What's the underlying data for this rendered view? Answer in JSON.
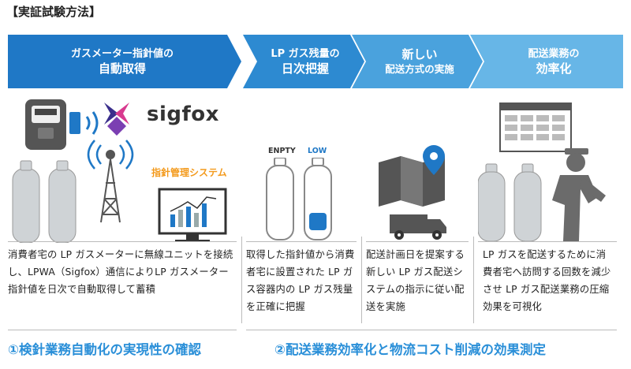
{
  "page_title": "【実証試験方法】",
  "steps": [
    {
      "line1": "ガスメーター指針値の",
      "line2": "自動取得"
    },
    {
      "line1": "LP ガス残量の",
      "line2": "日次把握"
    },
    {
      "line1": "新しい",
      "line2": "配送方式の実施"
    },
    {
      "line1": "配送業務の",
      "line2": "効率化"
    }
  ],
  "illustrations": {
    "brand": "sigfox",
    "system_label": "指針管理システム",
    "empty_label": "ENPTY",
    "low_label": "LOW"
  },
  "descriptions": [
    "消費者宅の LP ガスメーターに無線ユニットを接続し、LPWA（Sigfox）通信によりLP ガスメーター指針値を日次で自動取得して蓄積",
    "取得した指針値から消費者宅に設置された LP ガス容器内の LP ガス残量を正確に把握",
    "配送計画日を提案する新しい LP ガス配送システムの指示に従い配送を実施",
    "LP ガスを配送するために消費者宅へ訪問する回数を減少させ LP ガス配送業務の圧縮効果を可視化"
  ],
  "outcomes": [
    "①検針業務自動化の実現性の確認",
    "②配送業務効率化と物流コスト削減の効果測定"
  ],
  "colors": {
    "step1": "#1f78c6",
    "step2": "#2d8ad1",
    "step3": "#4aa2dd",
    "step4": "#67b6e7",
    "accent": "#2a8fd8",
    "orange": "#f39a1c"
  }
}
